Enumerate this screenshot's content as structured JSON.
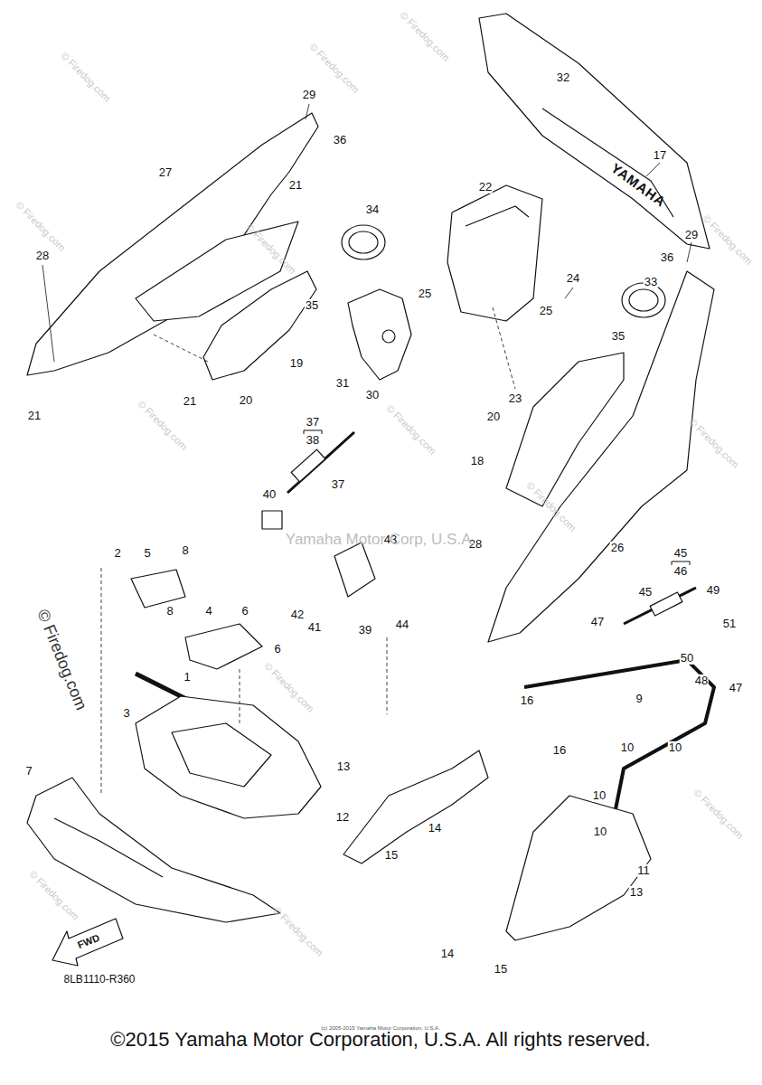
{
  "diagram": {
    "caption": "©2015 Yamaha Motor Corporation, U.S.A. All rights reserved.",
    "labels": [
      "29",
      "27",
      "36",
      "21",
      "34",
      "22",
      "32",
      "17",
      "28",
      "35",
      "19",
      "25",
      "25",
      "24",
      "36",
      "33",
      "29",
      "35",
      "21",
      "21",
      "20",
      "31",
      "30",
      "23",
      "20",
      "18",
      "37",
      "38",
      "37",
      "40",
      "43",
      "26",
      "28",
      "45",
      "46",
      "45",
      "49",
      "51",
      "47",
      "50",
      "48",
      "47",
      "2",
      "5",
      "8",
      "8",
      "6",
      "4",
      "6",
      "42",
      "41",
      "39",
      "44",
      "1",
      "3",
      "9",
      "10",
      "10",
      "10",
      "10",
      "16",
      "16",
      "13",
      "12",
      "14",
      "15",
      "7",
      "13",
      "11",
      "14",
      "15",
      "FWD",
      "8LB1110-R360",
      "YAMAHA",
      "Yamaha Motor Corp, U.S.A.",
      "(c) 2005-2015 Yamaha Motor Corporation, U.S.A.",
      "© Firedog.com",
      "© Firedog.com",
      "© Firedog.com",
      "© Firedog.com",
      "© Firedog.com",
      "© Firedog.com",
      "© Firedog.com",
      "© Firedog.com",
      "© Firedog.com",
      "© Firedog.com",
      "© Firedog.com",
      "© Firedog.com",
      "© Firedog.com",
      "© Firedog.com",
      "© Firedog.com"
    ]
  }
}
